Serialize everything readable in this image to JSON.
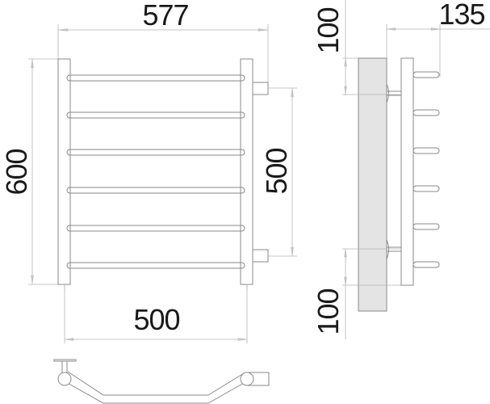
{
  "drawing": {
    "subject": "ladder towel rail technical drawing",
    "rungs_count": 6,
    "front_view": {
      "overall_width_label": "577",
      "overall_height_label": "600",
      "connection_distance_label": "500",
      "post_spacing_label": "500"
    },
    "side_view": {
      "top_offset_label": "100",
      "bottom_offset_label": "100",
      "depth_label": "135"
    },
    "colors": {
      "text": "#1a1a1a",
      "lines": "#8a8a8a",
      "dimension_lines": "#b5b5b5",
      "wall_fill": "#e4e4e4"
    }
  }
}
